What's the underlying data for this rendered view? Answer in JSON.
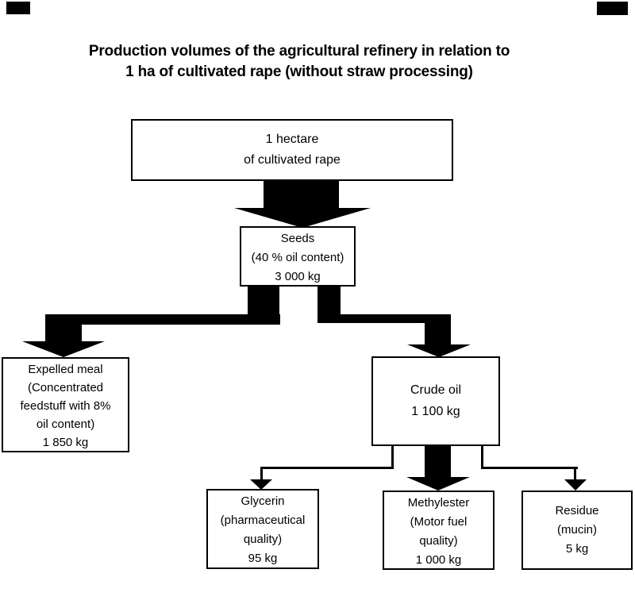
{
  "title": {
    "line1": "Production volumes of the agricultural refinery in relation to",
    "line2": "1 ha of cultivated rape (without straw processing)"
  },
  "nodes": {
    "hectare": {
      "lines": [
        "1 hectare",
        "of cultivated rape"
      ]
    },
    "seeds": {
      "lines": [
        "Seeds",
        "(40 % oil content)",
        "3 000 kg"
      ]
    },
    "expelled_meal": {
      "lines": [
        "Expelled meal",
        "(Concentrated",
        "feedstuff with 8%",
        "oil content)",
        "1 850 kg"
      ]
    },
    "crude_oil": {
      "lines": [
        "Crude oil",
        "1 100 kg"
      ]
    },
    "glycerin": {
      "lines": [
        "Glycerin",
        "(pharmaceutical",
        "quality)",
        "95 kg"
      ]
    },
    "methylester": {
      "lines": [
        "Methylester",
        "(Motor fuel",
        "quality)",
        "1 000 kg"
      ]
    },
    "residue": {
      "lines": [
        "Residue",
        "(mucin)",
        "5 kg"
      ]
    }
  },
  "flow": {
    "edges": [
      {
        "from": "1 hectare of cultivated rape",
        "to": "Seeds",
        "style": "fat-arrow"
      },
      {
        "from": "Seeds",
        "to": "Expelled meal",
        "style": "fat-arrow"
      },
      {
        "from": "Seeds",
        "to": "Crude oil",
        "style": "fat-arrow"
      },
      {
        "from": "Crude oil",
        "to": "Glycerin",
        "style": "thin-arrow"
      },
      {
        "from": "Crude oil",
        "to": "Methylester",
        "style": "fat-arrow"
      },
      {
        "from": "Crude oil",
        "to": "Residue",
        "style": "thin-arrow"
      }
    ]
  },
  "colors": {
    "ink": "#000000",
    "paper": "#ffffff"
  }
}
